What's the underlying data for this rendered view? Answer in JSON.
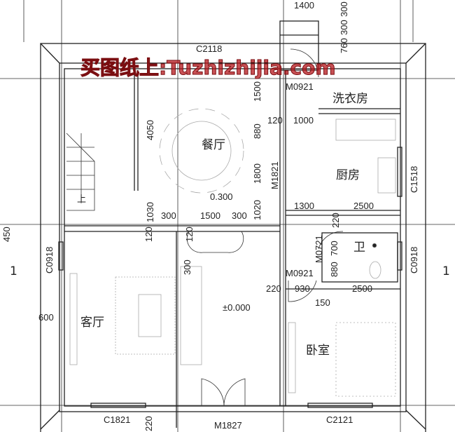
{
  "watermark": "买图纸上:Tuzhizhijia.com",
  "rooms": {
    "dining": "餐厅",
    "kitchen": "厨房",
    "laundry": "洗衣房",
    "living": "客厅",
    "bedroom": "卧室",
    "bathroom": "卫",
    "stair_up": "上"
  },
  "elevations": {
    "dining": "0.300",
    "living": "±0.000"
  },
  "openings": {
    "window_top": "C2118",
    "door_back": "M0921",
    "door_dining_kitchen": "M1821",
    "window_kitchen": "C1518",
    "door_bath": "M0721",
    "window_bath": "C0918",
    "window_living": "C0918",
    "door_bedroom": "M0921",
    "window_living_front": "C1821",
    "door_front": "M1827",
    "window_bedroom": "C2121"
  },
  "section_marks": [
    "1",
    "1"
  ],
  "dimensions": {
    "d1400": "1400",
    "d300a": "300",
    "d300b": "300",
    "d760": "760",
    "d1500v": "1500",
    "d120a": "120",
    "d1000": "1000",
    "d880a": "880",
    "d4050": "4050",
    "d1800": "1800",
    "d1030": "1030",
    "d1020": "1020",
    "d300c": "300",
    "d1500h": "1500",
    "d300d": "300",
    "d1300": "1300",
    "d2500a": "2500",
    "d220a": "220",
    "d450": "450",
    "d120b": "120",
    "d120c": "120",
    "d300e": "300",
    "d700": "700",
    "d880b": "880",
    "d220b": "220",
    "d930": "930",
    "d2500b": "2500",
    "d150": "150",
    "d600": "600",
    "d220c": "220"
  }
}
